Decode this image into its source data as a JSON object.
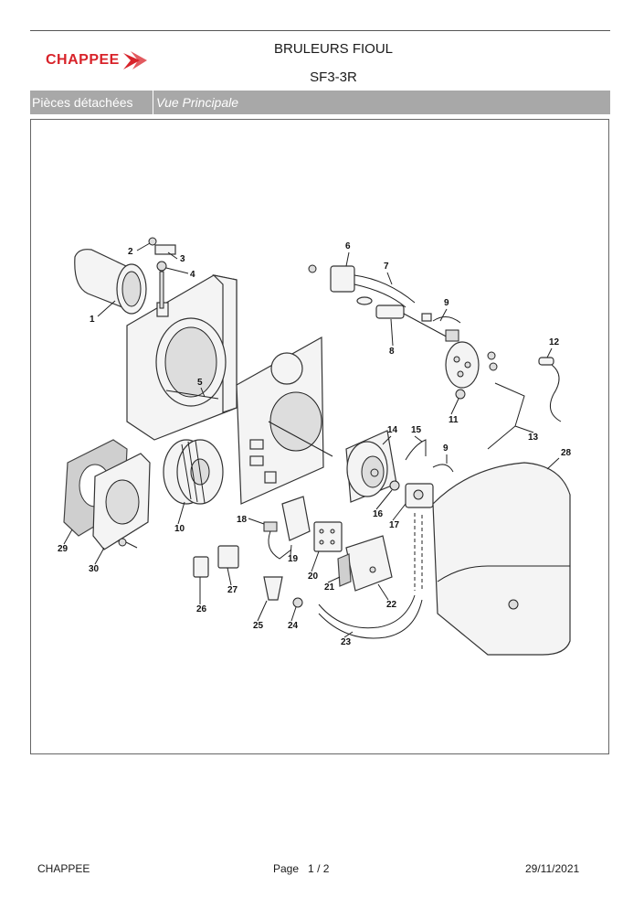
{
  "header": {
    "brand": "CHAPPEE",
    "title": "BRULEURS FIOUL",
    "model": "SF3-3R",
    "brand_color": "#d8232a"
  },
  "section": {
    "label": "Pièces détachées",
    "view": "Vue Principale",
    "bar_color": "#a8a8a8"
  },
  "diagram": {
    "labels": [
      "1",
      "2",
      "3",
      "4",
      "5",
      "6",
      "7",
      "8",
      "9",
      "9",
      "10",
      "11",
      "12",
      "13",
      "14",
      "15",
      "16",
      "17",
      "18",
      "19",
      "20",
      "21",
      "22",
      "23",
      "24",
      "25",
      "26",
      "27",
      "28",
      "29",
      "30"
    ]
  },
  "footer": {
    "company": "CHAPPEE",
    "page_label": "Page",
    "page_number": "1",
    "page_sep": "/",
    "page_total": "2",
    "date": "29/11/2021"
  }
}
